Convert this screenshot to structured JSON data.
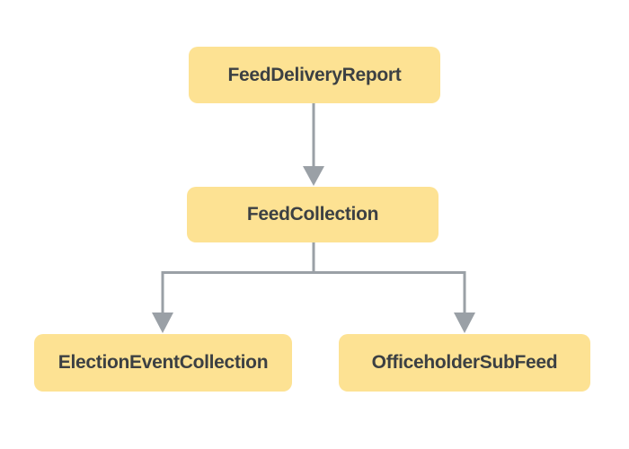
{
  "diagram": {
    "type": "hierarchy-flowchart",
    "colors": {
      "node_fill": "#FDE293",
      "node_text": "#3C4043",
      "arrow": "#9AA0A6",
      "background": "#FFFFFF"
    },
    "nodes": {
      "feed_delivery_report": {
        "label": "FeedDeliveryReport"
      },
      "feed_collection": {
        "label": "FeedCollection"
      },
      "election_event_collection": {
        "label": "ElectionEventCollection"
      },
      "officeholder_sub_feed": {
        "label": "OfficeholderSubFeed"
      }
    },
    "edges": [
      {
        "from": "FeedDeliveryReport",
        "to": "FeedCollection"
      },
      {
        "from": "FeedCollection",
        "to": "ElectionEventCollection"
      },
      {
        "from": "FeedCollection",
        "to": "OfficeholderSubFeed"
      }
    ]
  }
}
